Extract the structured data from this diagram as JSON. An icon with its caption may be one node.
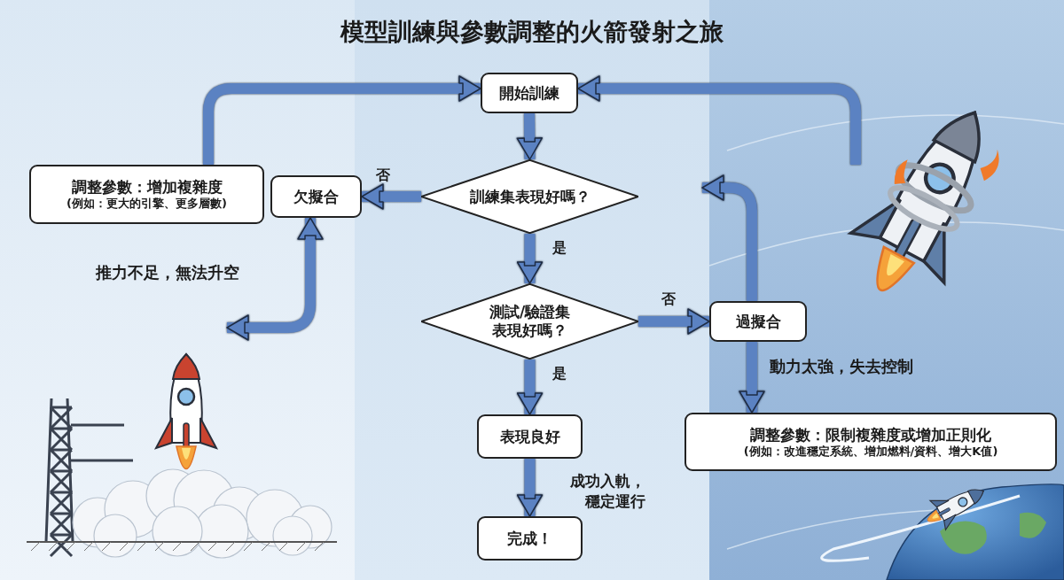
{
  "diagram": {
    "title": "模型訓練與參數調整的火箭發射之旅",
    "nodes": [
      {
        "text": [
          "開始訓練"
        ]
      },
      {
        "text": [
          "訓練集表現好嗎？"
        ]
      },
      {
        "text": [
          "欠擬合"
        ]
      },
      {
        "text": [
          "調整參數：增加複雜度",
          "(例如：更大的引擎、更多層數)"
        ]
      },
      {
        "text": [
          "測試/驗證集表現好嗎？"
        ]
      },
      {
        "text": [
          "過擬合"
        ]
      },
      {
        "text": [
          "調整參數：限制複雜度或增加正則化",
          "(例如：改進穩定系統、增加燃料/資料、增大K值)"
        ]
      },
      {
        "text": [
          "表現良好"
        ]
      },
      {
        "text": [
          "完成！"
        ]
      }
    ],
    "edges": [
      {
        "from": 0,
        "to": 1,
        "arrow": "to"
      },
      {
        "from": 1,
        "to": 2,
        "arrow": "to",
        "label": "否"
      },
      {
        "from": 1,
        "to": 4,
        "arrow": "to",
        "label": "是"
      },
      {
        "from": 4,
        "to": 5,
        "arrow": "to",
        "label": "否"
      },
      {
        "from": 4,
        "to": 7,
        "arrow": "to",
        "label": "是"
      },
      {
        "from": 7,
        "to": 8,
        "arrow": "to"
      },
      {
        "from": 3,
        "to": 0,
        "arrow": "to"
      },
      {
        "from": null,
        "to": 0,
        "arrow": "to"
      },
      {
        "from": 5,
        "to": 6,
        "arrow": "to"
      },
      {
        "from": 5,
        "to": null,
        "arrow": "to"
      },
      {
        "from": null,
        "to": 2,
        "arrow": "both"
      }
    ],
    "labels": [
      "推力不足，無法升空",
      "動力太強，失去控制",
      "成功入軌，穩定運行"
    ]
  }
}
